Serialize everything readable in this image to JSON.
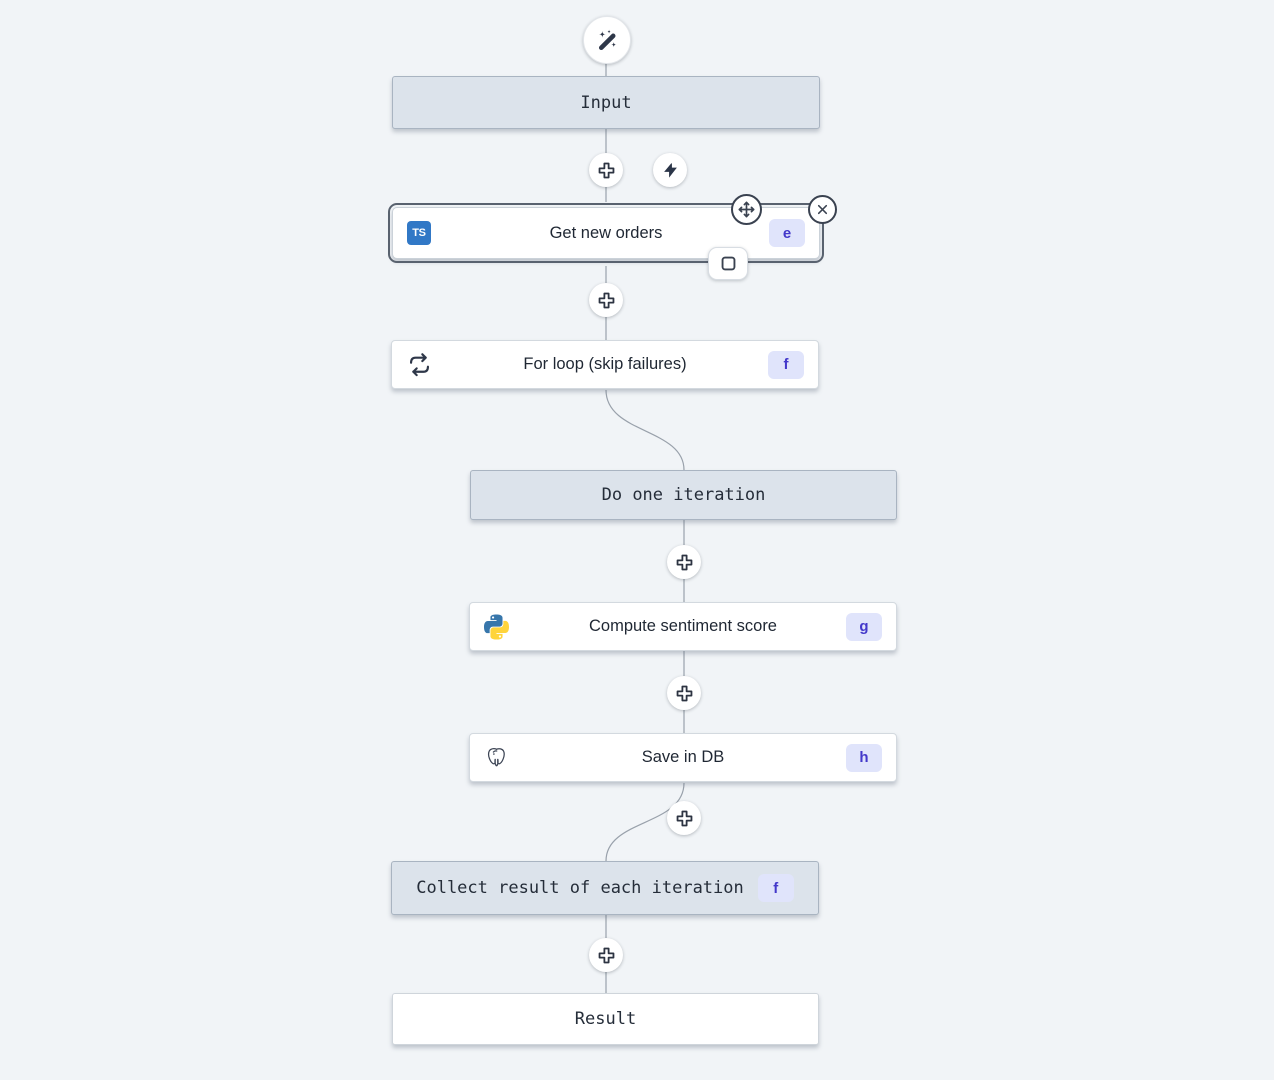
{
  "flow": {
    "trigger": {
      "icon": "wand-sparkles-icon"
    },
    "input_node": {
      "label": "Input"
    },
    "get_new_orders": {
      "label": "Get new orders",
      "badge": "e",
      "lang_abbr": "TS",
      "selected": true
    },
    "for_loop": {
      "label": "For loop (skip failures)",
      "badge": "f",
      "icon": "repeat-icon"
    },
    "do_one_iteration": {
      "label": "Do one iteration"
    },
    "compute_sentiment_score": {
      "label": "Compute sentiment score",
      "badge": "g",
      "icon": "python-icon"
    },
    "save_in_db": {
      "label": "Save in DB",
      "badge": "h",
      "icon": "postgresql-icon"
    },
    "collect_result": {
      "label": "Collect result of each iteration",
      "badge": "f"
    },
    "result_node": {
      "label": "Result"
    }
  },
  "controls": {
    "add_step": "plus-icon",
    "run_trigger": "zap-icon",
    "move_node": "move-icon",
    "delete_node": "x-icon",
    "square_toggle": "square-icon"
  },
  "colors": {
    "canvas_bg": "#f1f4f7",
    "virtual_node_bg": "#dce3eb",
    "node_bg": "#ffffff",
    "node_border": "#d3d9df",
    "selected_border": "#59626f",
    "badge_bg": "#e0e4fb",
    "badge_text": "#4338ca",
    "typescript_blue": "#3178c6",
    "python_blue": "#3776ab",
    "python_yellow": "#ffd43b",
    "edge_line": "#99a1ab",
    "icon_dark": "#2e3749"
  }
}
